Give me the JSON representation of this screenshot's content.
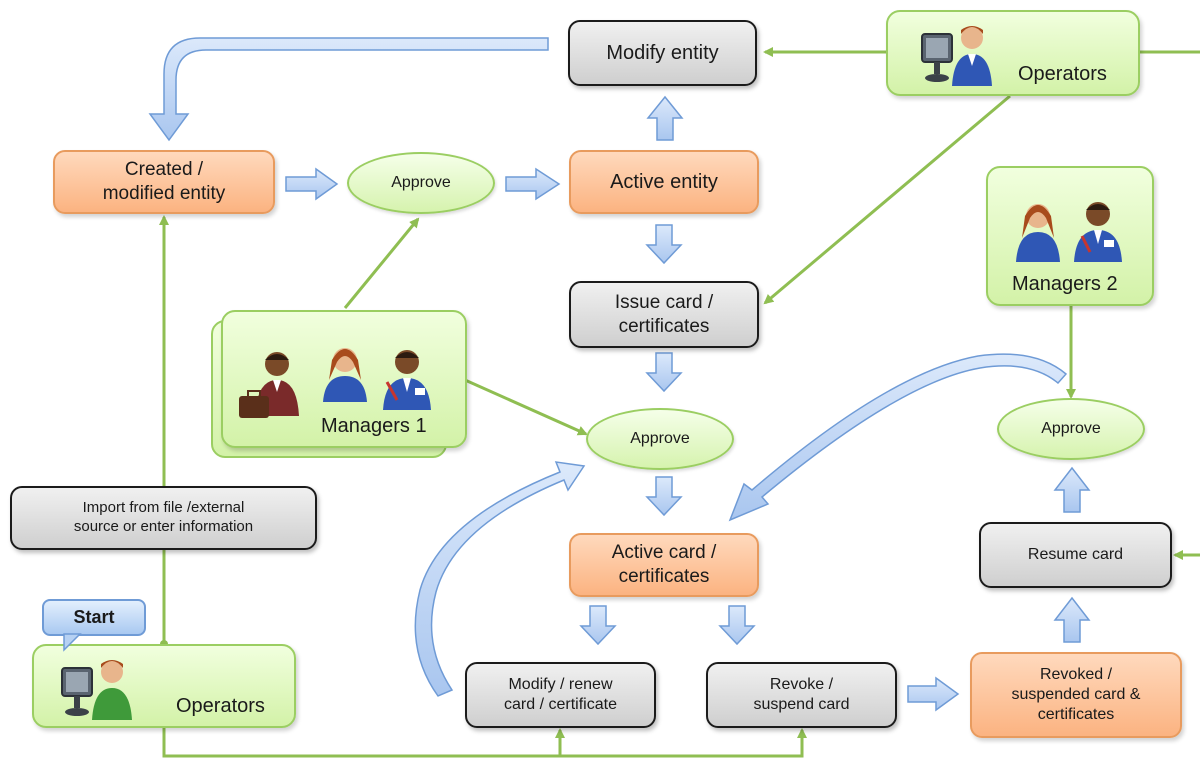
{
  "nodes": {
    "modify_entity": "Modify entity",
    "operators_top": "Operators",
    "created_entity_l1": "Created /",
    "created_entity_l2": "modified entity",
    "approve_1": "Approve",
    "active_entity": "Active entity",
    "managers_2": "Managers 2",
    "issue_card_l1": "Issue card /",
    "issue_card_l2": "certificates",
    "managers_1": "Managers 1",
    "approve_2": "Approve",
    "approve_3": "Approve",
    "import_l1": "Import from file /external",
    "import_l2": "source or enter information",
    "active_card_l1": "Active card /",
    "active_card_l2": "certificates",
    "resume_card": "Resume card",
    "start": "Start",
    "operators_bottom": "Operators",
    "modify_renew_l1": "Modify / renew",
    "modify_renew_l2": "card / certificate",
    "revoke_l1": "Revoke /",
    "revoke_l2": "suspend card",
    "revoked_l1": "Revoked /",
    "revoked_l2": "suspended card &",
    "revoked_l3": "certificates"
  },
  "colors": {
    "gray_box": "#d9d9d9",
    "orange_box": "#fbbf8f",
    "green_box": "#dff5c2",
    "blue_arrow": "#b9d2f3",
    "green_line": "#8fbe52"
  },
  "icons": [
    "operator-at-computer-icon",
    "manager-with-briefcase-icon",
    "manager-woman-icon",
    "manager-signing-icon"
  ]
}
